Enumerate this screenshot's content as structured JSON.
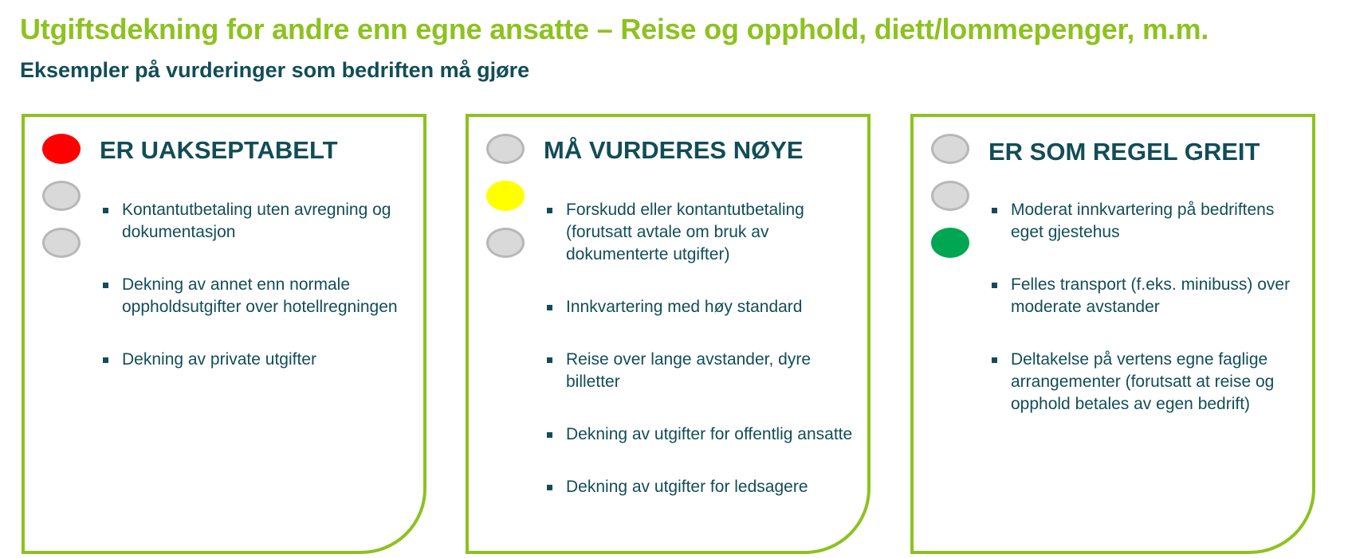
{
  "page": {
    "title": "Utgiftsdekning for andre enn egne ansatte – Reise og opphold, diett/lommepenger, m.m.",
    "subtitle": "Eksempler på vurderinger som bedriften må gjøre"
  },
  "colors": {
    "title": "#8dc21f",
    "text": "#124d57",
    "border": "#8dc21f",
    "light_off": "#d9d9d9",
    "red": "#ff0000",
    "yellow": "#ffff00",
    "green": "#00a651"
  },
  "panels": [
    {
      "heading": "ER UAKSEPTABELT",
      "active_light": "red",
      "items": [
        "Kontantutbetaling uten avregning og dokumentasjon",
        "Dekning av annet enn normale oppholdsutgifter over hotellregningen",
        "Dekning av private utgifter"
      ]
    },
    {
      "heading": "MÅ VURDERES NØYE",
      "active_light": "yellow",
      "items": [
        "Forskudd eller kontantutbetaling (forutsatt avtale om bruk av dokumenterte utgifter)",
        "Innkvartering med høy standard",
        "Reise over lange avstander, dyre billetter",
        "Dekning av utgifter for offentlig ansatte",
        "Dekning av utgifter for ledsagere"
      ]
    },
    {
      "heading": "ER SOM REGEL GREIT",
      "active_light": "green",
      "items": [
        "Moderat innkvartering på bedriftens eget gjestehus",
        "Felles transport (f.eks. minibuss) over moderate avstander",
        "Deltakelse på vertens egne faglige arrangementer (forutsatt at reise og opphold betales av egen bedrift)"
      ]
    }
  ]
}
